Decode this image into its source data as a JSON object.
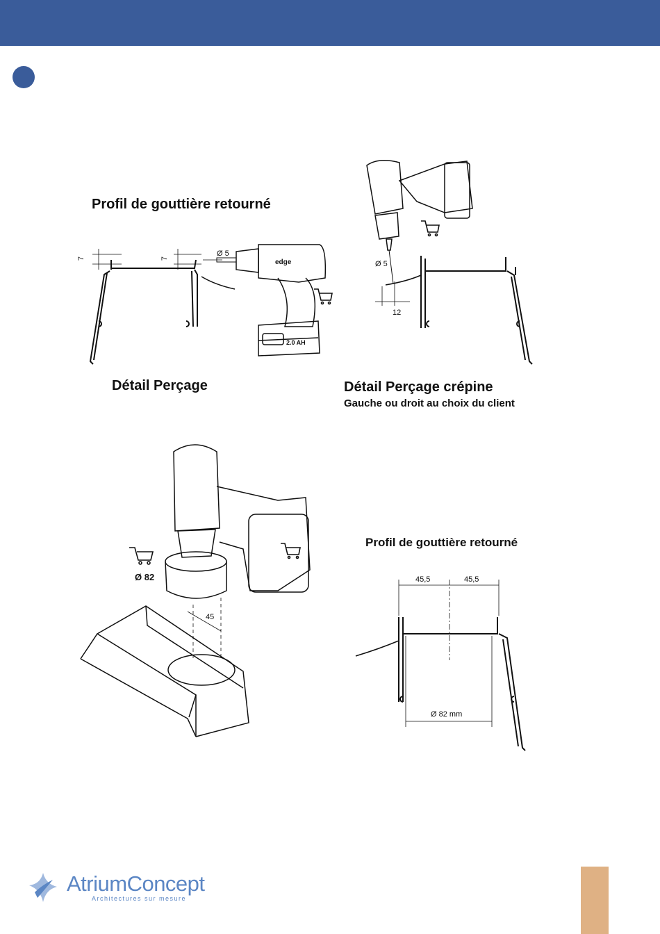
{
  "sections": {
    "top_left": {
      "title": "Profil de gouttière retourné",
      "caption": "Détail Perçage",
      "dim_a": "7",
      "dim_b": "7",
      "diameter": "Ø 5"
    },
    "top_right": {
      "caption": "Détail Perçage crépine",
      "subcaption": "Gauche ou droit au choix du client",
      "diameter": "Ø 5",
      "offset": "12"
    },
    "bottom_left": {
      "diameter": "Ø 82",
      "offset": "45"
    },
    "bottom_right": {
      "title": "Profil de gouttière retourné",
      "dim_left": "45,5",
      "dim_right": "45,5",
      "diameter": "Ø 82 mm"
    }
  },
  "drill": {
    "brand": "edge",
    "battery": "2.0 AH"
  },
  "footer": {
    "logo_name": "AtriumConcept",
    "logo_tagline": "Architectures sur mesure"
  },
  "colors": {
    "header": "#3a5c9a",
    "page_tab": "#dfb184",
    "logo": "#5b86c4"
  }
}
